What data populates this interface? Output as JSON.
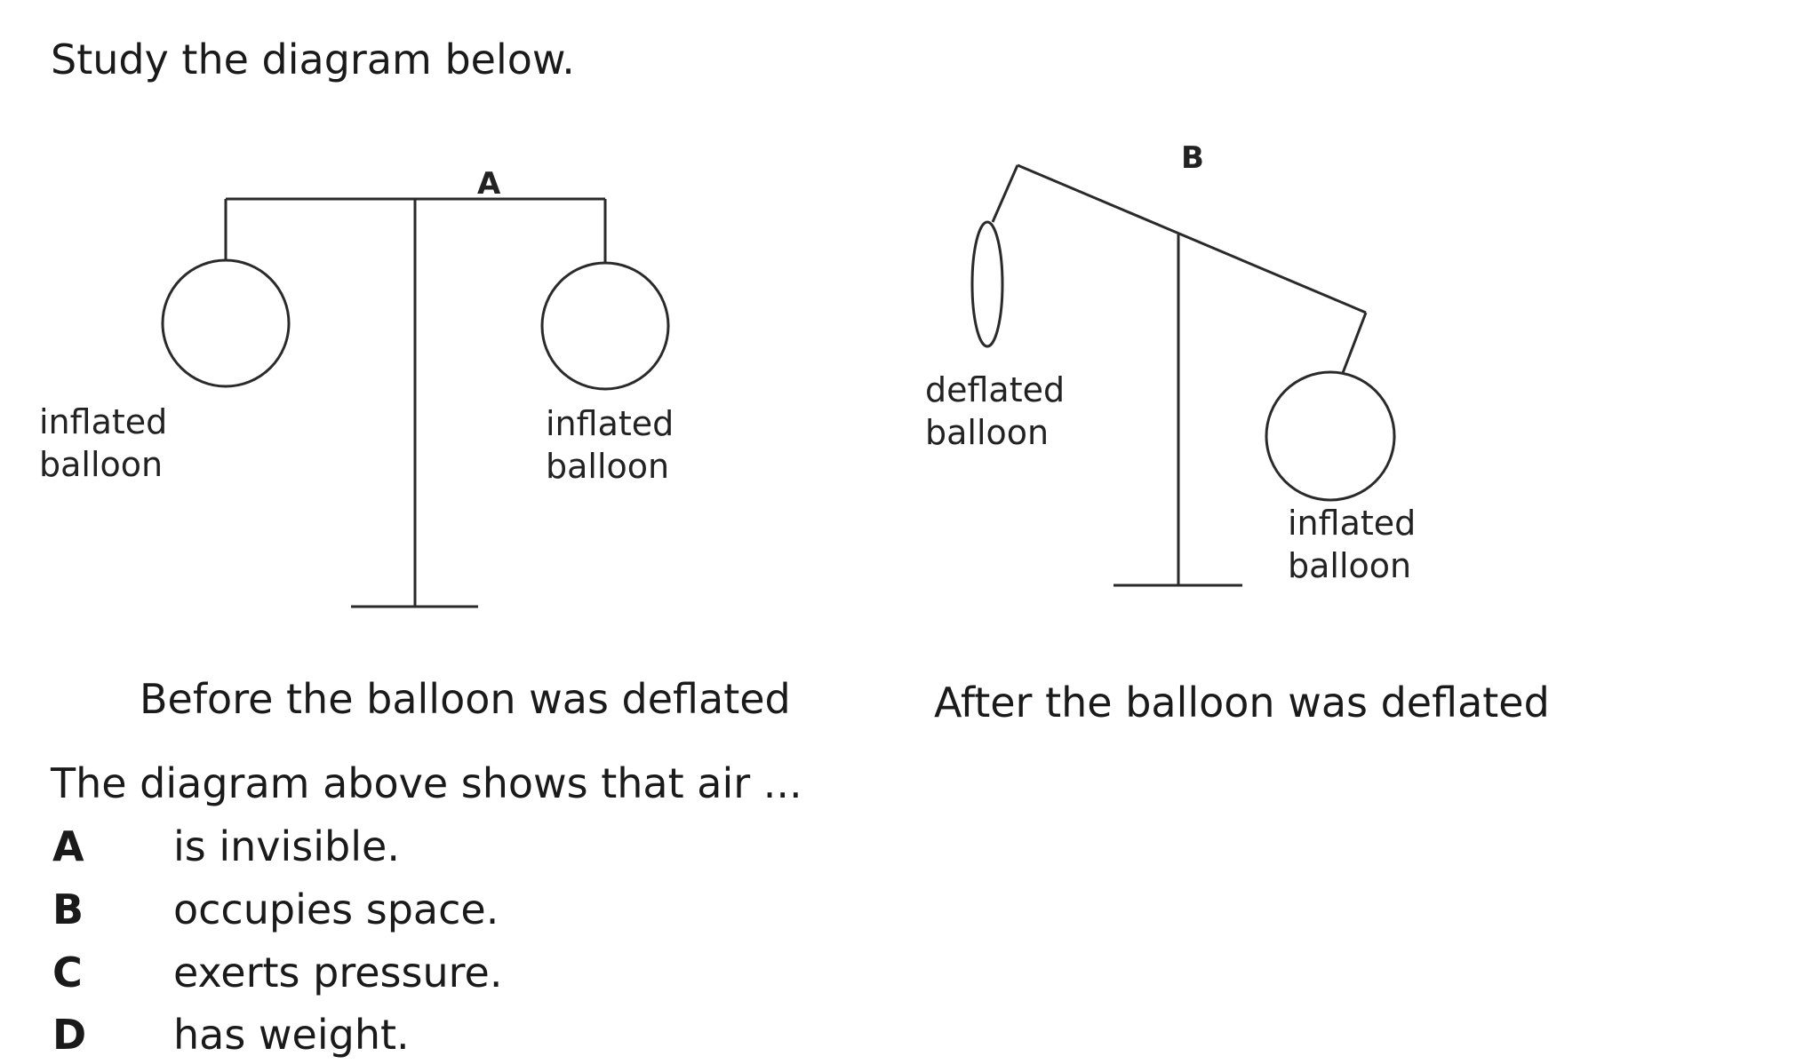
{
  "instruction": "Study the diagram below.",
  "diagram": {
    "before": {
      "marker": "A",
      "left_label_line1": "inflated",
      "left_label_line2": "balloon",
      "right_label_line1": "inflated",
      "right_label_line2": "balloon",
      "caption": "Before the balloon was deflated"
    },
    "after": {
      "marker": "B",
      "left_label_line1": "deflated",
      "left_label_line2": "balloon",
      "right_label_line1": "inflated",
      "right_label_line2": "balloon",
      "caption": "After the balloon was deflated"
    }
  },
  "question": {
    "stem": "The diagram above shows that air ...",
    "options": [
      {
        "letter": "A",
        "text": "is invisible."
      },
      {
        "letter": "B",
        "text": "occupies space."
      },
      {
        "letter": "C",
        "text": "exerts pressure."
      },
      {
        "letter": "D",
        "text": "has weight."
      }
    ]
  }
}
